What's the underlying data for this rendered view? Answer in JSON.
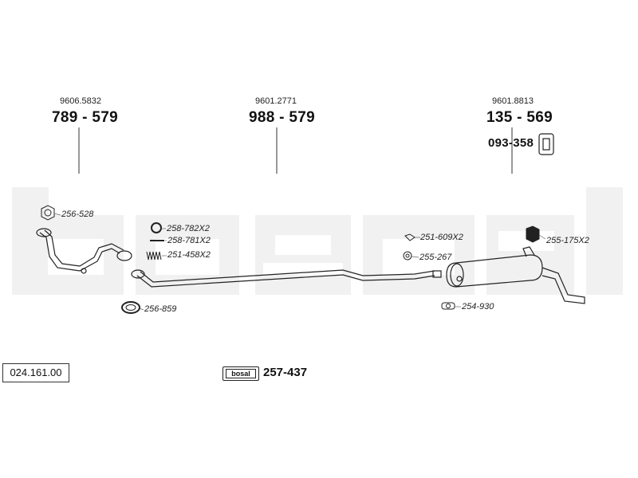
{
  "diagram_id": "024.161.00",
  "brand": "bosal",
  "kit_number": "257-437",
  "main_parts": [
    {
      "oe": "9606.5832",
      "part": "789 - 579"
    },
    {
      "oe": "9601.2771",
      "part": "988 - 579"
    },
    {
      "oe": "9601.8813",
      "part": "135 - 569"
    }
  ],
  "mount_part": "093-358",
  "accessories": [
    "256-528",
    "258-782X2",
    "258-781X2",
    "251-458X2",
    "256-859",
    "251-609X2",
    "255-267",
    "255-175X2",
    "254-930"
  ]
}
